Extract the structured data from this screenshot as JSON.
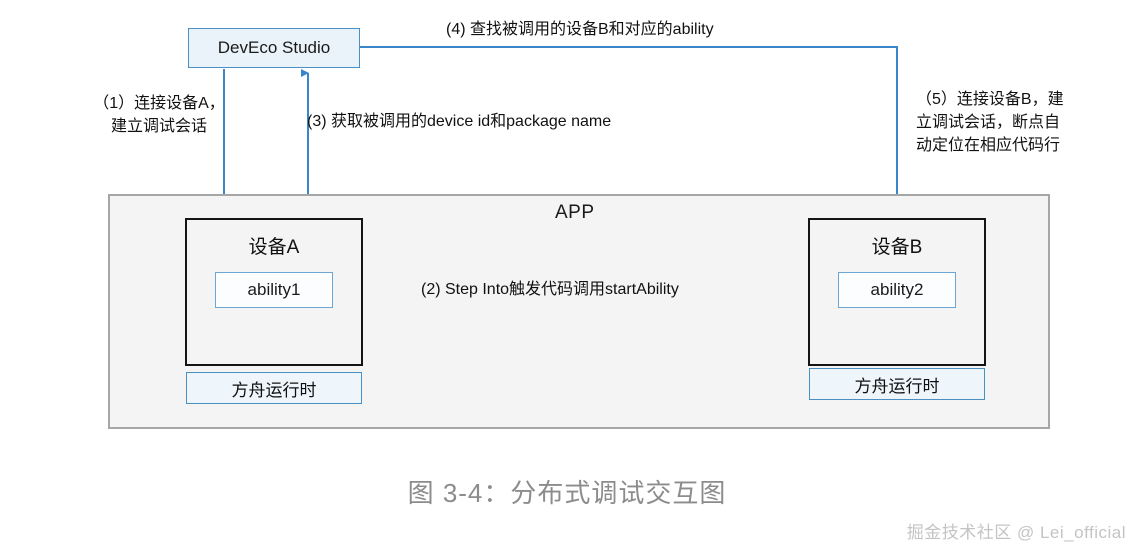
{
  "diagram": {
    "caption": "图 3-4：分布式调试交互图",
    "watermark": "掘金技术社区 @ Lei_official",
    "studio": {
      "label": "DevEco Studio"
    },
    "app": {
      "title": "APP"
    },
    "devices": [
      {
        "key": "a",
        "title": "设备A",
        "ability": "ability1",
        "runtime": "方舟运行时"
      },
      {
        "key": "b",
        "title": "设备B",
        "ability": "ability2",
        "runtime": "方舟运行时"
      }
    ],
    "steps": [
      {
        "id": "1",
        "text": "（1）连接设备A，\n建立调试会话"
      },
      {
        "id": "2",
        "text": "(2) Step Into触发代码调用startAbility"
      },
      {
        "id": "3",
        "text": "(3) 获取被调用的device id和package name"
      },
      {
        "id": "4",
        "text": "(4) 查找被调用的设备B和对应的ability"
      },
      {
        "id": "5",
        "text": "（5）连接设备B，建\n立调试会话，断点自\n动定位在相应代码行"
      }
    ],
    "colors": {
      "wire": "#3a86c8",
      "device_border": "#141414",
      "app_border": "#a6a6a6",
      "app_fill": "#f4f4f4",
      "accent_fill": "#eaf3fa",
      "caption_gray": "#8c8c8c",
      "watermark_gray": "#c4c4c4"
    }
  }
}
